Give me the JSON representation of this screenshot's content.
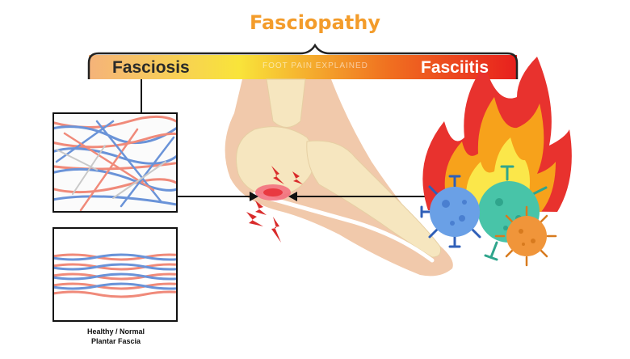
{
  "title": "Fasciopathy",
  "bar": {
    "left_label": "Fasciosis",
    "right_label": "Fasciitis",
    "watermark": "FOOT PAIN EXPLAINED",
    "gradient_colors": [
      "#f5b37a",
      "#f9e43a",
      "#f07020",
      "#e8201e"
    ]
  },
  "caption": {
    "line1": "Healthy / Normal",
    "line2": "Plantar Fascia"
  },
  "colors": {
    "title": "#f39c2b",
    "fiber_red": "#f08a7a",
    "fiber_blue": "#6a93d8",
    "skin": "#f1c9ab",
    "bone": "#f6e6bf",
    "inflammation": "#e8323a",
    "flame_outer": "#e8322e",
    "flame_mid": "#f7a21b",
    "flame_inner": "#fbe74a",
    "virus_blue": "#6aa0e6",
    "virus_teal": "#48c4a8",
    "virus_orange": "#f0953a"
  }
}
